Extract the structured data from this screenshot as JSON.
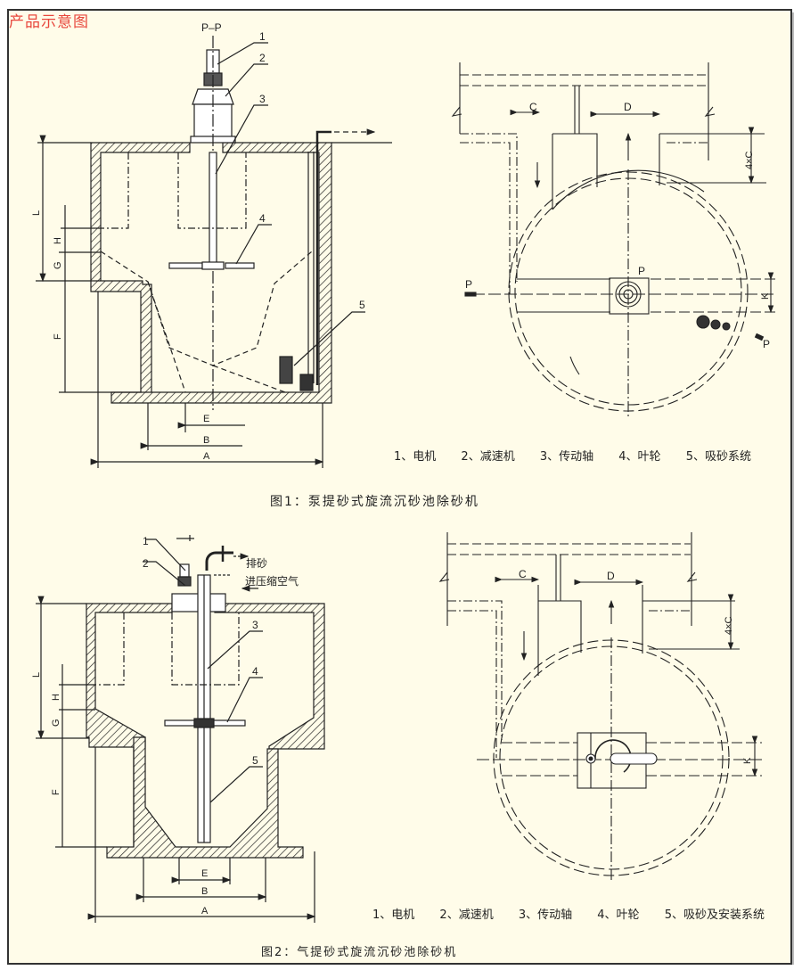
{
  "page": {
    "title": "产品示意图",
    "border_color": "#333333",
    "background_color": "#fffce9",
    "title_color": "#e8463c"
  },
  "figure1": {
    "section_label": "P–P",
    "caption": "图1：泵提砂式旋流沉砂池除砂机",
    "part_numbers": [
      "1",
      "2",
      "3",
      "4",
      "5"
    ],
    "dimensions": {
      "L": "L",
      "H": "H",
      "G": "G",
      "F": "F",
      "E": "E",
      "B": "B",
      "A": "A"
    },
    "plan_labels": {
      "C": "C",
      "D": "D",
      "four_c": "4×C",
      "K": "K",
      "P_left": "P",
      "P_center": "P",
      "P_right": "P"
    },
    "legend": [
      "1、电机",
      "2、减速机",
      "3、传动轴",
      "4、叶轮",
      "5、吸砂系统"
    ]
  },
  "figure2": {
    "caption": "图2：气提砂式旋流沉砂池除砂机",
    "part_numbers": [
      "1",
      "2",
      "3",
      "4",
      "5"
    ],
    "annotations": {
      "sand_discharge": "排砂",
      "compressed_air_in": "进压缩空气"
    },
    "dimensions": {
      "L": "L",
      "H": "H",
      "G": "G",
      "F": "F",
      "E": "E",
      "B": "B",
      "A": "A"
    },
    "plan_labels": {
      "C": "C",
      "D": "D",
      "four_c": "4×C",
      "K": "K"
    },
    "legend": [
      "1、电机",
      "2、减速机",
      "3、传动轴",
      "4、叶轮",
      "5、吸砂及安装系统"
    ]
  }
}
